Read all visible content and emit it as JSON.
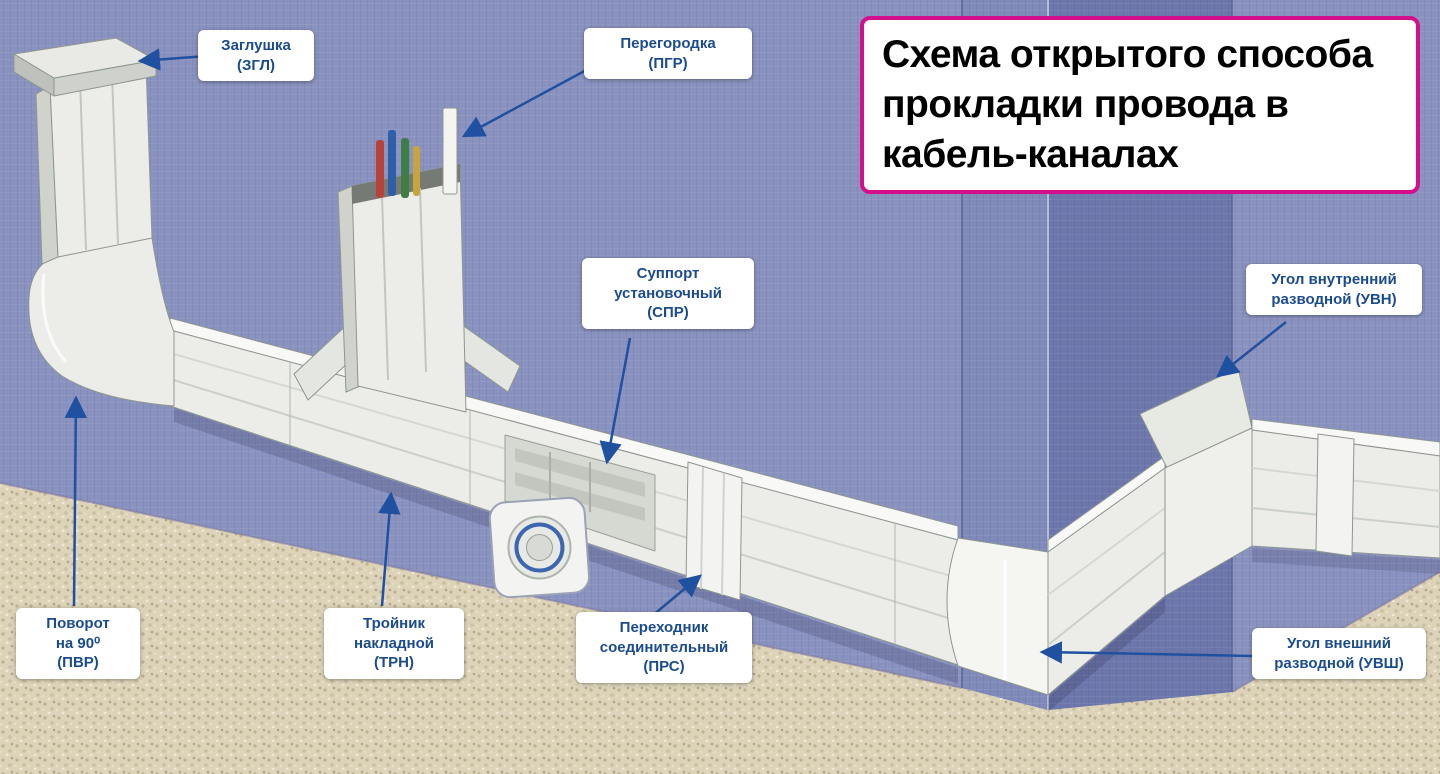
{
  "title": {
    "text": "Схема открытого способа\nпрокладки провода в\nкабель-каналах"
  },
  "labels": [
    {
      "id": "zgl",
      "text": "Заглушка\n(ЗГЛ)"
    },
    {
      "id": "pgr",
      "text": "Перегородка\n(ПГР)"
    },
    {
      "id": "spr",
      "text": "Суппорт\nустановочный\n(СПР)"
    },
    {
      "id": "uvn",
      "text": "Угол внутренний\nразводной (УВН)"
    },
    {
      "id": "pvr",
      "text": "Поворот\nна 90⁰\n(ПВР)"
    },
    {
      "id": "trn",
      "text": "Тройник\nнакладной\n(ТРН)"
    },
    {
      "id": "prs",
      "text": "Переходник\nсоединительный\n(ПРС)"
    },
    {
      "id": "uvsh",
      "text": "Угол внешний\nразводной (УВШ)"
    }
  ],
  "colors": {
    "wall": "#8a92c0",
    "column_front": "#6d77ab",
    "column_side": "#808ab9",
    "floor": "#dcd3b9",
    "channel": "#ecede9",
    "label_text": "#1b4b8f",
    "arrow": "#2050a0",
    "title_border": "#d40f8e",
    "title_text": "#000000",
    "wire_red": "#b8423a",
    "wire_blue": "#2e5fa8",
    "wire_green": "#3f7d47",
    "wire_yellow": "#c9a43c"
  }
}
